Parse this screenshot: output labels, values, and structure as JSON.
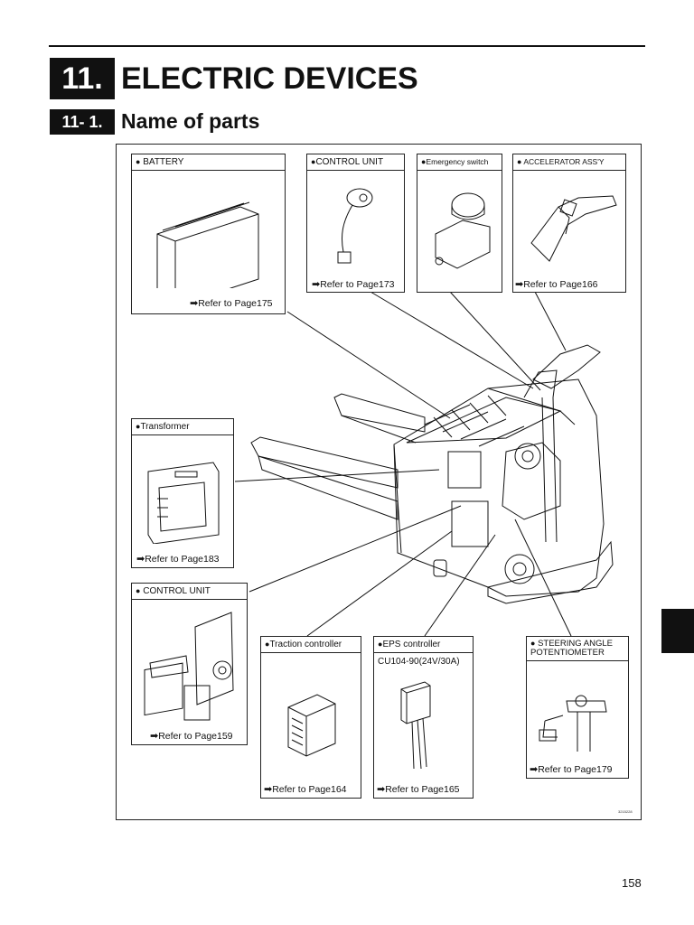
{
  "chapter": {
    "number": "11.",
    "title": "ELECTRIC DEVICES"
  },
  "section": {
    "number": "11- 1.",
    "title": "Name of parts"
  },
  "parts": {
    "battery": {
      "label": "BATTERY",
      "ref": "Refer to Page175"
    },
    "control_unit_top": {
      "label": "CONTROL UNIT",
      "ref": "Refer to Page173"
    },
    "emergency_switch": {
      "label": "Emergency switch"
    },
    "accelerator": {
      "label": "ACCELERATOR ASS'Y",
      "ref": "Refer to Page166"
    },
    "transformer": {
      "label": "Transformer",
      "ref": "Refer to Page183"
    },
    "control_unit_left": {
      "label": "CONTROL UNIT",
      "ref": "Refer to Page159"
    },
    "traction": {
      "label": "Traction controller",
      "ref": "Refer to Page164"
    },
    "eps": {
      "label": "EPS controller",
      "subtitle": "CU104-90(24V/30A)",
      "ref": "Refer to Page165"
    },
    "steering": {
      "label": "STEERING ANGLE POTENTIOMETER",
      "ref": "Refer to Page179"
    }
  },
  "figure_code": "3215228",
  "page_number": "158",
  "icons": {
    "bullet": "filled-circle",
    "ref_arrow": "right-arrow-icon"
  }
}
